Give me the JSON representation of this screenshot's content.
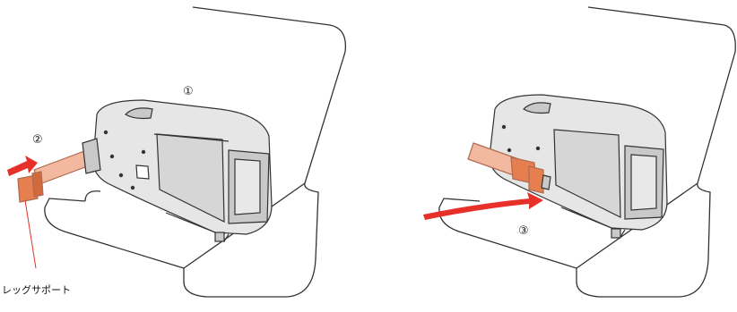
{
  "callouts": {
    "step1": "①",
    "step2": "②",
    "step3": "③"
  },
  "labels": {
    "leg_support": "レッグサポート"
  },
  "colors": {
    "line": "#333333",
    "seat_fill": "#ffffff",
    "base_fill": "#e6e6e6",
    "base_dark": "#c9c9c9",
    "leg_fill": "#f2b8a0",
    "leg_stroke": "#b06a50",
    "clip_fill": "#e57f4f",
    "arrow_red": "#e8302a"
  }
}
